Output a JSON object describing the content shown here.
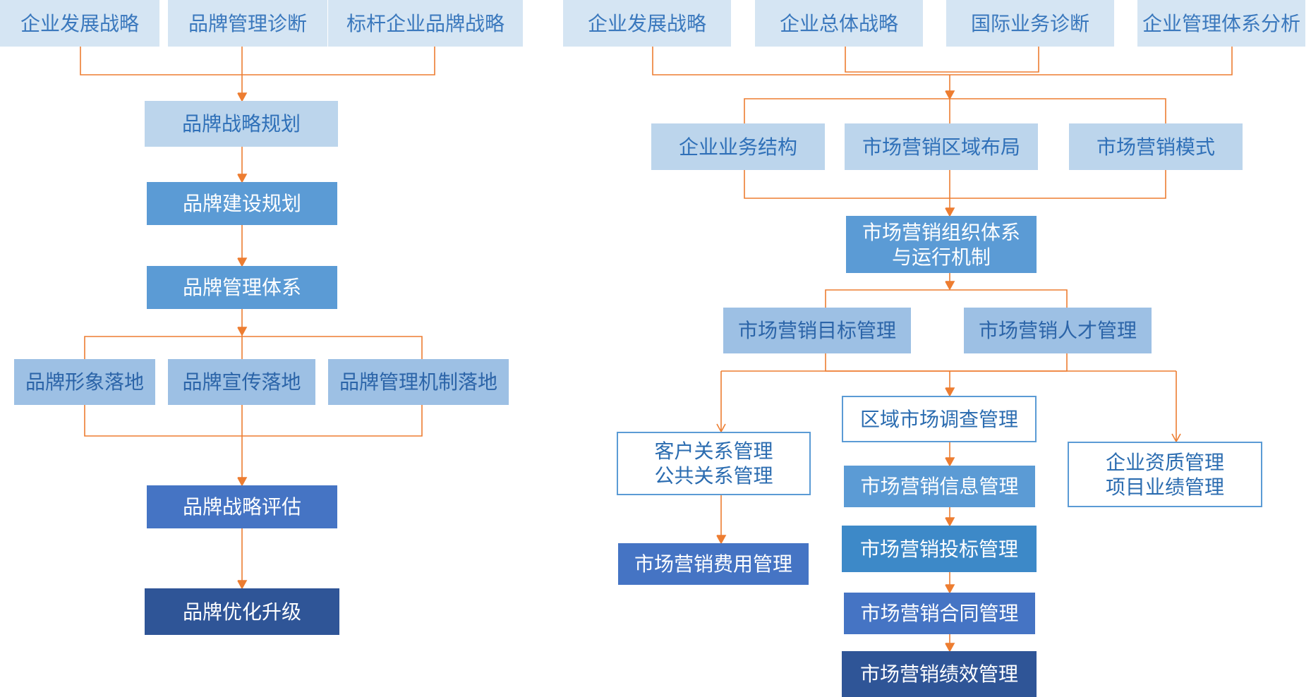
{
  "colors": {
    "connector": "#ed7d31",
    "tier0": "#d5e5f3",
    "tier1": "#bcd5ec",
    "tier2": "#9dc0e4",
    "tier3": "#5b9bd5",
    "tier4": "#4574c4",
    "tier5": "#2f5597",
    "outlined_border": "#5b9bd5"
  },
  "left_flow": {
    "inputs": [
      "企业发展战略",
      "品牌管理诊断",
      "标杆企业品牌战略"
    ],
    "brand_strategy_planning": "品牌战略规划",
    "brand_building_planning": "品牌建设规划",
    "brand_management_system": "品牌管理体系",
    "implementation": [
      "品牌形象落地",
      "品牌宣传落地",
      "品牌管理机制落地"
    ],
    "brand_strategy_evaluation": "品牌战略评估",
    "brand_optimization": "品牌优化升级"
  },
  "right_flow": {
    "inputs": [
      "企业发展战略",
      "企业总体战略",
      "国际业务诊断",
      "企业管理体系分析"
    ],
    "structure": [
      "企业业务结构",
      "市场营销区域布局",
      "市场营销模式"
    ],
    "org_system": "市场营销组织体系\n与运行机制",
    "management": [
      "市场营销目标管理",
      "市场营销人才管理"
    ],
    "customer_relations": "客户关系管理\n公共关系管理",
    "cost_management": "市场营销费用管理",
    "regional_survey": "区域市场调查管理",
    "chain": [
      "市场营销信息管理",
      "市场营销投标管理",
      "市场营销合同管理",
      "市场营销绩效管理"
    ],
    "qualification": "企业资质管理\n项目业绩管理"
  }
}
